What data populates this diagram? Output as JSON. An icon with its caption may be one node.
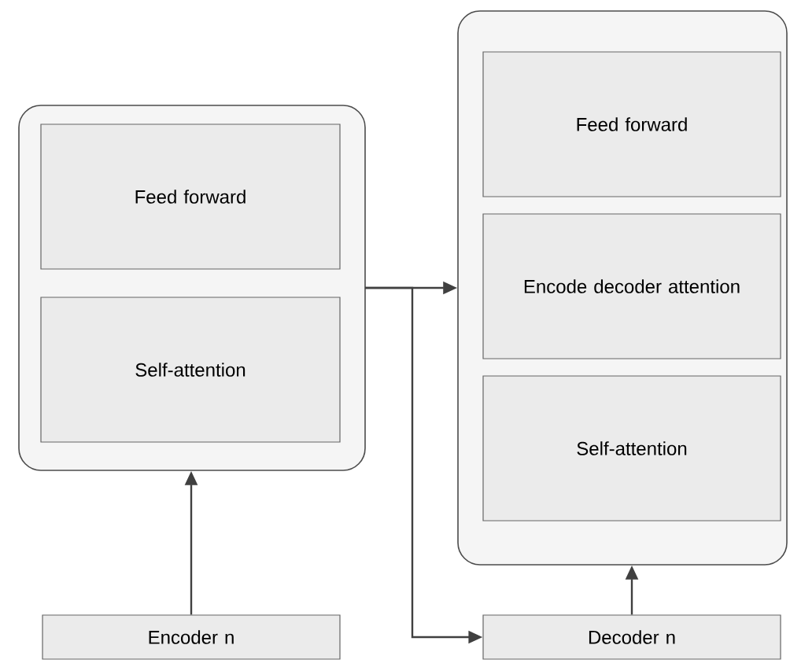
{
  "diagram": {
    "nodes": [
      {
        "text": [],
        "shape": "box"
      },
      {
        "text": [
          "Feed forward"
        ],
        "in": 0
      },
      {
        "text": [
          "Self-attention"
        ],
        "in": 0
      },
      {
        "text": [],
        "shape": "box"
      },
      {
        "text": [
          "Feed forward"
        ],
        "in": 3
      },
      {
        "text": [
          "Encode decoder attention"
        ],
        "in": 3
      },
      {
        "text": [
          "Self-attention"
        ],
        "in": 3
      },
      {
        "text": [
          "Encoder n"
        ]
      },
      {
        "text": [
          "Decoder n"
        ]
      }
    ],
    "edges": [
      {
        "from": 7,
        "to": 0,
        "arrow": "to"
      },
      {
        "from": 0,
        "to": 3,
        "arrow": "to"
      },
      {
        "from": 0,
        "to": 8,
        "arrow": "to"
      },
      {
        "from": 8,
        "to": 3,
        "arrow": "to"
      }
    ]
  }
}
